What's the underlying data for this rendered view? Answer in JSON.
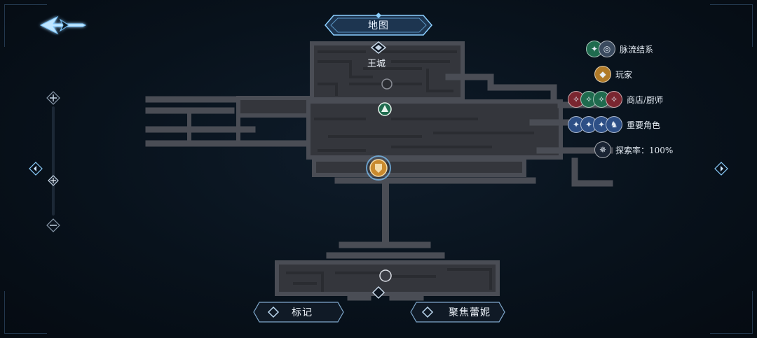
{
  "header": {
    "title": "地图"
  },
  "map": {
    "region_label": "王城"
  },
  "legend": [
    {
      "label": "脉流结系",
      "icons": [
        "pulse-node-icon",
        "spiral-icon"
      ],
      "colors": [
        "#1f6b4e",
        "#3a4a5e"
      ]
    },
    {
      "label": "玩家",
      "icons": [
        "player-shield-icon"
      ],
      "colors": [
        "#b07a28"
      ]
    },
    {
      "label": "商店/厨师",
      "icons": [
        "shop-icon-a",
        "shop-icon-b",
        "shop-icon-c",
        "chef-icon"
      ],
      "colors": [
        "#7a2630",
        "#1f6b4e",
        "#1f6b4e",
        "#7a2630"
      ]
    },
    {
      "label": "重要角色",
      "icons": [
        "character-icon-a",
        "character-icon-b",
        "character-icon-c",
        "character-icon-d"
      ],
      "colors": [
        "#2d4f86",
        "#2d4f86",
        "#2d4f86",
        "#2d4f86"
      ]
    },
    {
      "label": "探索率：100%",
      "icons": [
        "compass-star-icon"
      ],
      "colors": [
        "#1a2433"
      ]
    }
  ],
  "buttons": {
    "mark": "标记",
    "focus": "聚焦蕾妮"
  },
  "colors": {
    "accent": "#7fc8ff",
    "corridor": "#4a4d55",
    "player": "#c98a2e"
  }
}
